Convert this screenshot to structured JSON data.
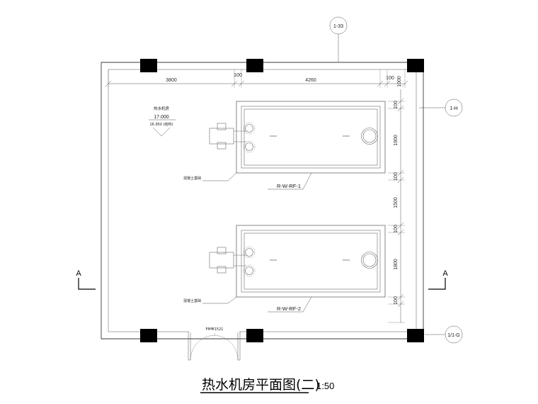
{
  "drawing": {
    "title_cn": "热水机房平面图(二)",
    "scale": "1:50",
    "room_label_cn": "热水机房",
    "elevation_main": "17.000",
    "elevation_sub": "16.950 (结构)",
    "foundation_label_cn": "混凝土基础",
    "door_label": "FM甲1521",
    "section_marker_left": "A",
    "section_marker_right": "A"
  },
  "axis_bubbles": {
    "top": "1-33",
    "right_upper": "1-H",
    "right_lower": "1/1-G"
  },
  "equipment": [
    {
      "tag": "R-W-RF-1"
    },
    {
      "tag": "R-W-RF-2"
    }
  ],
  "dimensions": {
    "top": [
      {
        "value": "3800"
      },
      {
        "value": "100"
      },
      {
        "value": "4260"
      },
      {
        "value": "100"
      },
      {
        "value": "1000"
      }
    ],
    "right": [
      {
        "value": "100"
      },
      {
        "value": "1900"
      },
      {
        "value": "100"
      },
      {
        "value": "1500"
      },
      {
        "value": "100"
      },
      {
        "value": "1800"
      },
      {
        "value": "100"
      }
    ]
  }
}
